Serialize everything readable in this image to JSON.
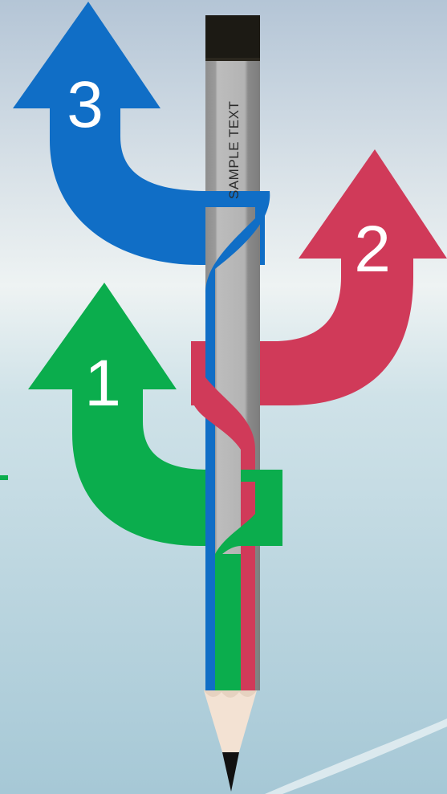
{
  "diagram": {
    "pencil_label": "SAMPLE TEXT",
    "arrows": [
      {
        "number": "1",
        "color": "#0bad4d"
      },
      {
        "number": "2",
        "color": "#d03a59"
      },
      {
        "number": "3",
        "color": "#106ec6"
      }
    ]
  },
  "colors": {
    "background_top": "#b9c9d8",
    "background_mid": "#eef3f4",
    "background_bottom": "#a9cbd8",
    "pencil_body": "#a7a7a7",
    "pencil_eraser": "#1c1a14",
    "pencil_wood": "#f3e2d3",
    "pencil_lead": "#111111"
  }
}
